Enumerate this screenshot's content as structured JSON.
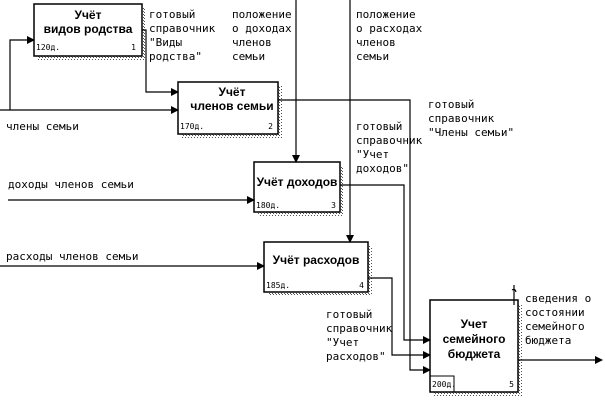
{
  "boxes": [
    {
      "title_lines": [
        "Учёт",
        "видов родства"
      ],
      "cost": "120д.",
      "number": "1"
    },
    {
      "title_lines": [
        "Учёт",
        "членов семьи"
      ],
      "cost": "170д.",
      "number": "2"
    },
    {
      "title_lines": [
        "Учёт доходов"
      ],
      "cost": "180д.",
      "number": "3"
    },
    {
      "title_lines": [
        "Учёт расходов"
      ],
      "cost": "185д.",
      "number": "4"
    },
    {
      "title_lines": [
        "Учет",
        "семейного",
        "бюджета"
      ],
      "cost": "200д.",
      "number": "5"
    }
  ],
  "arrow_labels": {
    "ref_kinds": [
      "готовый",
      "справочник",
      "\"Виды",
      "родства\""
    ],
    "income_info": [
      "положение",
      "о доходах",
      "членов",
      "семьи"
    ],
    "expense_info": [
      "положение",
      "о расходах",
      "членов",
      "семьи"
    ],
    "ref_members": [
      "готовый",
      "справочник",
      "\"Члены семьи\""
    ],
    "family_members": [
      "члены семьи"
    ],
    "ref_income": [
      "готовый",
      "справочник",
      "\"Учет",
      "доходов\""
    ],
    "member_income": [
      "доходы членов семьи"
    ],
    "member_expense": [
      "расходы членов семьи"
    ],
    "ref_expense": [
      "готовый",
      "справочник",
      "\"Учет",
      "расходов\""
    ],
    "budget_info": [
      "сведения о",
      "состоянии",
      "семейного",
      "бюджета"
    ]
  }
}
